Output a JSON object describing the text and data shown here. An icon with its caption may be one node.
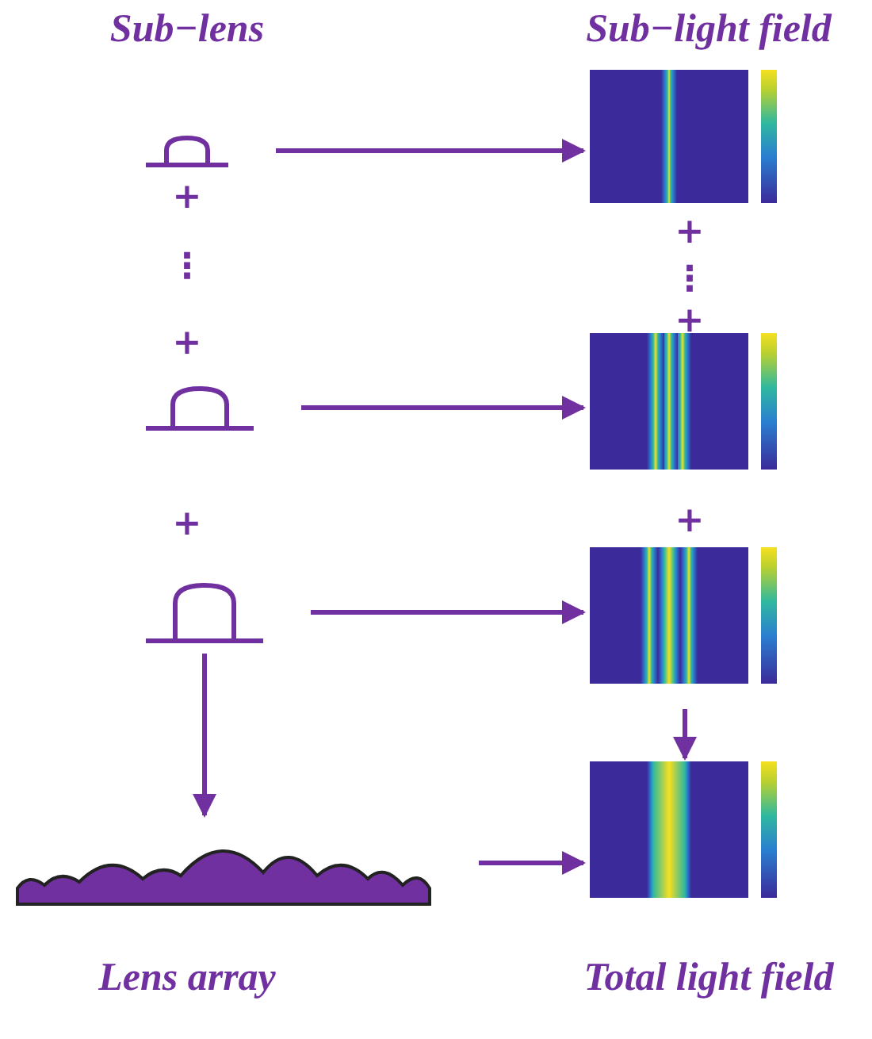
{
  "diagram": {
    "nodes": [
      {
        "text": [],
        "shape": "picture"
      },
      {
        "text": [],
        "shape": "picture"
      },
      {
        "text": [],
        "shape": "picture"
      },
      {
        "text": [],
        "shape": "picture"
      },
      {
        "text": [],
        "shape": "picture"
      },
      {
        "text": [],
        "shape": "picture"
      },
      {
        "text": [],
        "shape": "picture"
      },
      {
        "text": [],
        "shape": "picture"
      }
    ],
    "edges": [
      {
        "from": 0,
        "to": 1,
        "arrow": "to"
      },
      {
        "from": 2,
        "to": 3,
        "arrow": "to"
      },
      {
        "from": 4,
        "to": 5,
        "arrow": "to"
      },
      {
        "from": 4,
        "to": 6,
        "arrow": "to"
      },
      {
        "from": 5,
        "to": 7,
        "arrow": "to"
      },
      {
        "from": 6,
        "to": 7,
        "arrow": "to"
      }
    ],
    "labels": [
      "Sub−lens",
      "Sub−light field",
      "+",
      "+",
      "⋮",
      "⋮",
      "+",
      "+",
      "+",
      "+",
      "Lens array",
      "Total light field"
    ]
  }
}
